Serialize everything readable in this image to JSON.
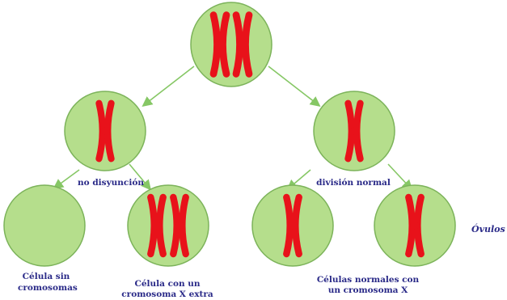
{
  "labels": {
    "nondisjunction": "no disyunción",
    "normal_division": "división normal",
    "cell_no_chromosome_line1": "Célula sin",
    "cell_no_chromosome_line2": "cromosomas",
    "cell_extra_x_line1": "Célula con un",
    "cell_extra_x_line2": "cromosoma X extra",
    "normal_cells_line1": "Células normales con",
    "normal_cells_line2": "un cromosoma X",
    "eggs": "Óvulos"
  },
  "colors": {
    "cell_fill": "#b5de8c",
    "cell_stroke": "#7cb35a",
    "chromosome": "#e8121a",
    "arrow": "#86c765",
    "label_text": "#2a2a88"
  },
  "cells": [
    {
      "name": "parent-cell",
      "chromosomes": 2
    },
    {
      "name": "nondisjunction-cell",
      "chromosomes": 1
    },
    {
      "name": "normal-division-cell",
      "chromosomes": 1
    },
    {
      "name": "egg-cell-no-chromosome",
      "chromosomes": 0
    },
    {
      "name": "egg-cell-extra-x",
      "chromosomes": 2
    },
    {
      "name": "egg-cell-normal-1",
      "chromosomes": 1
    },
    {
      "name": "egg-cell-normal-2",
      "chromosomes": 1
    }
  ]
}
